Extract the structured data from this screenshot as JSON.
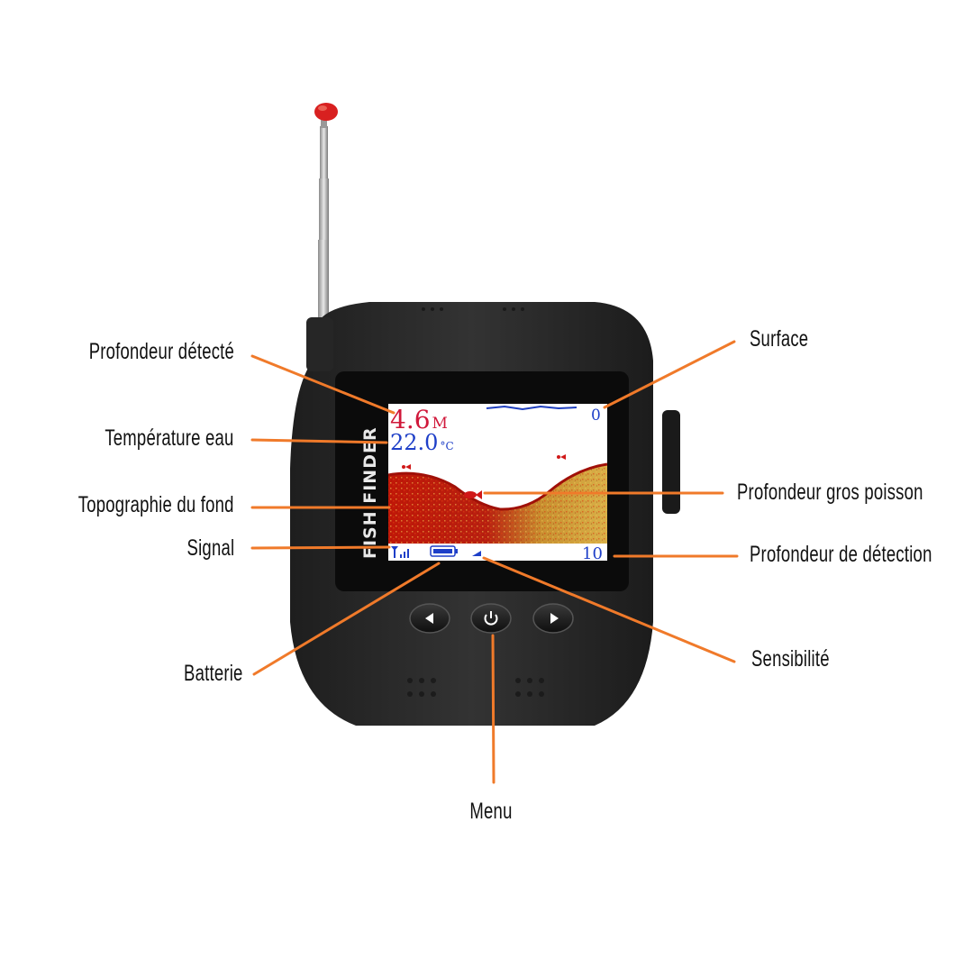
{
  "device": {
    "brand_text": "FISH FINDER",
    "screen": {
      "depth_value": "4.6",
      "depth_unit": "M",
      "temperature_value": "22.0",
      "temperature_unit": "°C",
      "top_scale": "0",
      "bottom_scale": "10"
    },
    "buttons": [
      {
        "name": "left-button",
        "icon": "triangle-left-icon"
      },
      {
        "name": "power-button",
        "icon": "power-icon"
      },
      {
        "name": "right-button",
        "icon": "triangle-right-icon"
      }
    ]
  },
  "labels": {
    "profondeur_detecte": "Profondeur détecté",
    "temperature_eau": "Température eau",
    "topographie": "Topographie du fond",
    "signal": "Signal",
    "batterie": "Batterie",
    "menu": "Menu",
    "surface": "Surface",
    "gros_poisson": "Profondeur gros poisson",
    "detection": "Profondeur de détection",
    "sensibilite": "Sensibilité"
  },
  "colors": {
    "callout_line": "#f07a2a",
    "device_body": "#2b2b2b",
    "depth_text": "#d0183a",
    "screen_text": "#1e3fc8",
    "seabed_top": "#c81808",
    "seabed_gold": "#d8a838",
    "antenna_tip": "#d82020"
  }
}
